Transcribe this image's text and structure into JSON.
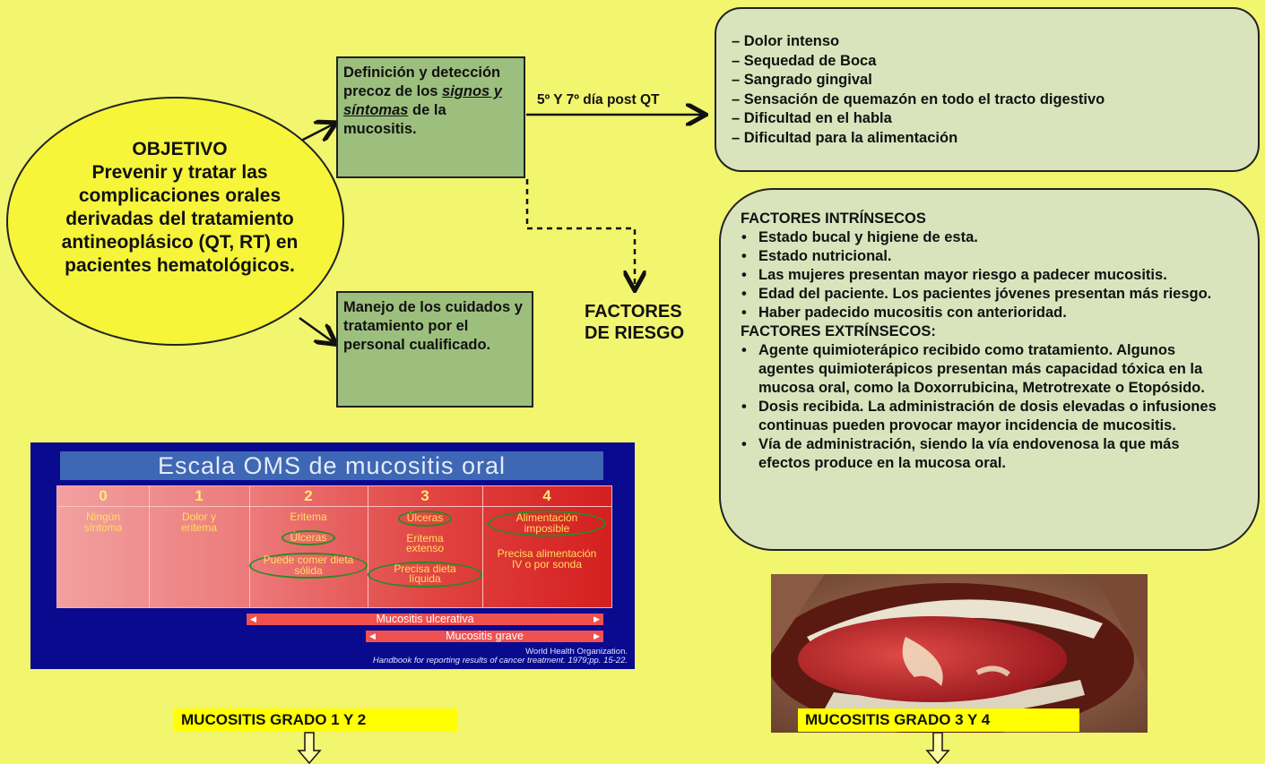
{
  "objective": {
    "title": "OBJETIVO",
    "text": "Prevenir y tratar las complicaciones orales derivadas del tratamiento antineoplásico (QT, RT) en pacientes hematológicos."
  },
  "definition_box": {
    "text_before": "Definición y detección precoz de los ",
    "emphasis": "signos y síntomas",
    "text_after": " de la mucositis."
  },
  "management_box": {
    "text": "Manejo de los cuidados y tratamiento por el personal cualificado."
  },
  "timing_label": "5º Y 7º día post QT",
  "symptoms": [
    "– Dolor intenso",
    "– Sequedad de Boca",
    "– Sangrado gingival",
    "– Sensación de quemazón en todo el tracto digestivo",
    "– Dificultad en el habla",
    "– Dificultad para la alimentación"
  ],
  "risk_factors_label": "FACTORES DE RIESGO",
  "risk_factors": {
    "intrinsic_title": "FACTORES INTRÍNSECOS",
    "intrinsic": [
      "Estado bucal y higiene de esta.",
      "Estado nutricional.",
      "Las mujeres presentan mayor riesgo a padecer mucositis.",
      "Edad del paciente. Los pacientes jóvenes presentan más riesgo.",
      "Haber padecido mucositis con anterioridad."
    ],
    "extrinsic_title": "FACTORES EXTRÍNSECOS:",
    "extrinsic": [
      "Agente quimioterápico recibido como tratamiento. Algunos agentes quimioterápicos presentan más capacidad tóxica en la mucosa oral, como la Doxorrubicina, Metrotrexate o Etopósido.",
      "Dosis recibida. La administración de dosis elevadas o infusiones continuas pueden provocar mayor incidencia de mucositis.",
      "Vía de administración, siendo la vía endovenosa la que más efectos produce en la mucosa oral."
    ]
  },
  "oms_scale": {
    "title": "Escala OMS de mucositis oral",
    "grades": [
      {
        "grade": "0",
        "items": [
          "Ningún síntoma"
        ]
      },
      {
        "grade": "1",
        "items": [
          "Dolor y eritema"
        ]
      },
      {
        "grade": "2",
        "items": [
          "Eritema",
          "Úlceras",
          "Puede comer dieta sólida"
        ]
      },
      {
        "grade": "3",
        "items": [
          "Úlceras",
          "Eritema extenso",
          "Precisa dieta líquida"
        ]
      },
      {
        "grade": "4",
        "items": [
          "Alimentación imposible",
          "Precisa alimentación IV o por sonda"
        ]
      }
    ],
    "bar_ulcerative": "Mucositis ulcerativa",
    "bar_severe": "Mucositis grave",
    "source_line1": "World Health Organization.",
    "source_line2": "Handbook for reporting results of cancer treatment. 1979;pp. 15-22."
  },
  "grade_1_2_label": "MUCOSITIS GRADO 1 Y 2",
  "grade_3_4_label": "MUCOSITIS GRADO 3 Y 4",
  "colors": {
    "background": "#f2f56e",
    "objective_fill": "#f6f53a",
    "green_box": "#9cbf7e",
    "rounded_box": "#d9e4bc",
    "oms_background": "#0a0a8f",
    "label_highlight": "#ffff00"
  }
}
